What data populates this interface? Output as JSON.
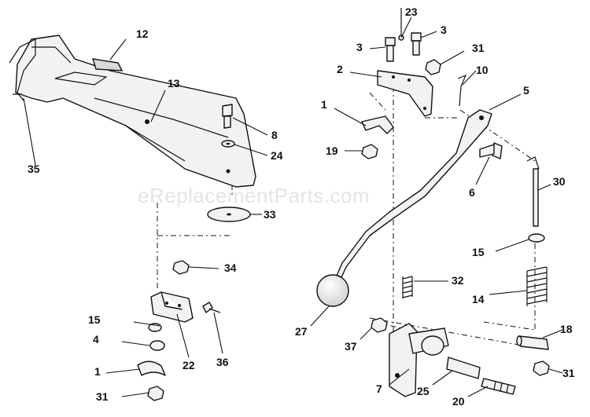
{
  "watermark": "eReplacementParts.com",
  "labels": {
    "l1a": "1",
    "l1b": "1",
    "l2": "2",
    "l3a": "3",
    "l3b": "3",
    "l4": "4",
    "l5": "5",
    "l6": "6",
    "l7": "7",
    "l8": "8",
    "l10": "10",
    "l12": "12",
    "l13": "13",
    "l14": "14",
    "l15a": "15",
    "l15b": "15",
    "l18": "18",
    "l19": "19",
    "l20": "20",
    "l22": "22",
    "l23": "23",
    "l24": "24",
    "l25": "25",
    "l27": "27",
    "l30": "30",
    "l31a": "31",
    "l31b": "31",
    "l31c": "31",
    "l32": "32",
    "l33": "33",
    "l34": "34",
    "l35": "35",
    "l36": "36",
    "l37": "37"
  }
}
